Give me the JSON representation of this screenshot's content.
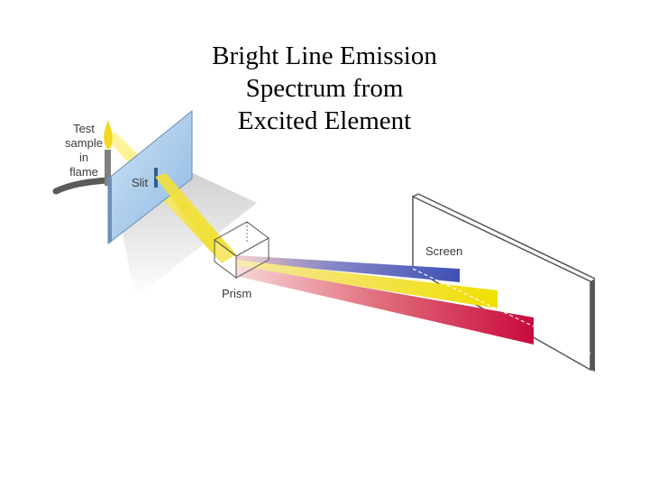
{
  "title": {
    "line1": "Bright Line Emission",
    "line2": "Spectrum from",
    "line3": "Excited Element"
  },
  "labels": {
    "test_line1": "Test",
    "test_line2": "sample",
    "test_line3": "in",
    "test_line4": "flame",
    "slit": "Slit",
    "prism": "Prism",
    "screen": "Screen"
  },
  "colors": {
    "beam": "#f2e03a",
    "blue_line": "#3f51b5",
    "yellow_line": "#f0e000",
    "red_line": "#cc1040",
    "slit_panel": "#9ec4e8",
    "screen_edge": "#555555"
  }
}
